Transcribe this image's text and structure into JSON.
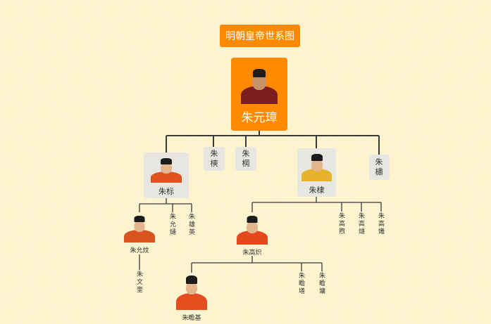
{
  "title": "明朝皇帝世系图",
  "colors": {
    "accent": "#ff8a00",
    "card": "#e8e6e1",
    "background": "#fdf3cf",
    "line": "#3a3a3a"
  },
  "people": {
    "zhu_yuanzhang": "朱元璋",
    "zhu_biao": "朱标",
    "zhu_shuang": "朱樉",
    "zhu_gang": "朱棡",
    "zhu_di": "朱棣",
    "zhu_xiang": "朱橚",
    "zhu_yunwen": "朱允炆",
    "zhu_yuntong": "朱允熥",
    "zhu_yunying": "朱雄英",
    "zhu_wenkui": "朱文奎",
    "zhu_gaochi": "朱高炽",
    "zhu_gaoxu": "朱高煦",
    "zhu_gaosui": "朱高燧",
    "zhu_gaoxi": "朱高爔",
    "zhu_zhanji": "朱瞻基",
    "zhu_zhanshan": "朱瞻墡",
    "zhu_zhanyong": "朱瞻墉"
  },
  "icons": [
    "emperor-portrait-icon"
  ]
}
